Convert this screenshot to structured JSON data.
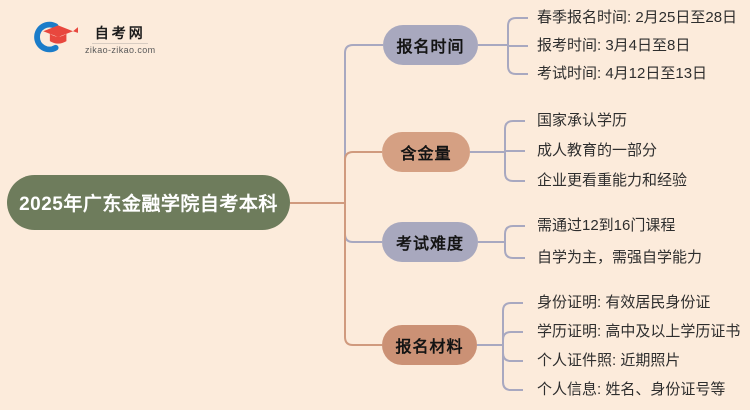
{
  "logo": {
    "site_name": "自考网",
    "site_domain": "zikao-zikao.com"
  },
  "root": {
    "title": "2025年广东金融学院自考本科"
  },
  "branches": [
    {
      "label": "报名时间",
      "color": "#a8a8be",
      "children": [
        "春季报名时间: 2月25日至28日",
        "报考时间: 3月4日至8日",
        "考试时间: 4月12日至13日"
      ]
    },
    {
      "label": "含金量",
      "color": "#d5a083",
      "children": [
        "国家承认学历",
        "成人教育的一部分",
        "企业更看重能力和经验"
      ]
    },
    {
      "label": "考试难度",
      "color": "#a8a8be",
      "children": [
        "需通过12到16门课程",
        "自学为主，需强自学能力"
      ]
    },
    {
      "label": "报名材料",
      "color": "#cb9175",
      "children": [
        "身份证明: 有效居民身份证",
        "学历证明: 高中及以上学历证书",
        "个人证件照: 近期照片",
        "个人信息: 姓名、身份证号等"
      ]
    }
  ],
  "colors": {
    "background": "#fcebdb",
    "root_node": "#6e7c5c",
    "root_text": "#ffffff",
    "node_lavender": "#a8a8be",
    "node_salmon": "#d5a083",
    "node_salmon_dark": "#cb9175",
    "connector_lavender": "#a8a8c0",
    "connector_salmon": "#d09a7e",
    "logo_blue": "#1b7cc9",
    "logo_red": "#e8473e"
  }
}
